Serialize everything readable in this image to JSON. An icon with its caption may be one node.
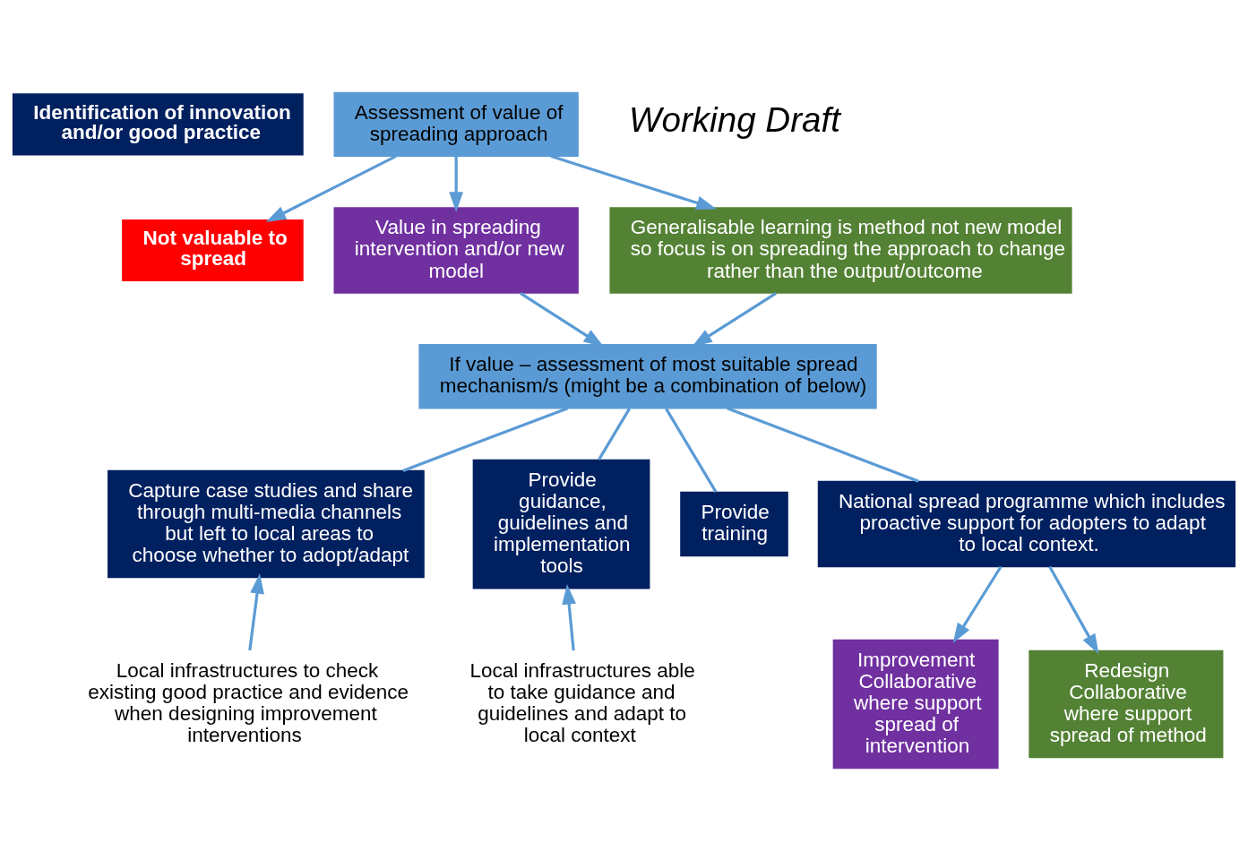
{
  "diagram": {
    "nodes": [
      {
        "text": [
          "Identification of innovation and/or good practice"
        ]
      },
      {
        "text": [
          "Assessment of value of spreading approach"
        ]
      },
      {
        "text": [
          "Not valuable to spread"
        ]
      },
      {
        "text": [
          "Value in spreading intervention and/or new model"
        ]
      },
      {
        "text": [
          "Generalisable learning is method not new model so focus is on spreading the approach to change rather than the output/outcome"
        ]
      },
      {
        "text": [
          "If value – assessment of most suitable spread mechanism/s (might be a combination of below)"
        ]
      },
      {
        "text": [
          "Capture case studies and share through multi-media channels but left to local areas to choose whether to adopt/adapt"
        ]
      },
      {
        "text": [
          "Provide guidance, guidelines and implementation tools"
        ]
      },
      {
        "text": [
          "Provide training"
        ]
      },
      {
        "text": [
          "National spread programme which includes proactive support for adopters to adapt to local context."
        ]
      },
      {
        "text": [
          "Improvement Collaborative where support spread of intervention"
        ]
      },
      {
        "text": [
          "Redesign Collaborative where support spread of method"
        ]
      },
      {
        "text": [
          "Local infrastructures to check existing good practice and evidence when designing improvement interventions"
        ]
      },
      {
        "text": [
          "Local infrastructures able to take guidance and guidelines and adapt to local context"
        ]
      }
    ],
    "edges": [
      {
        "from": 1,
        "to": 2,
        "arrow": "to"
      },
      {
        "from": 1,
        "to": 3,
        "arrow": "to"
      },
      {
        "from": 1,
        "to": 4,
        "arrow": "to"
      },
      {
        "from": 3,
        "to": 5,
        "arrow": "to"
      },
      {
        "from": 4,
        "to": 5,
        "arrow": "to"
      },
      {
        "from": 5,
        "to": 6,
        "arrow": "none"
      },
      {
        "from": 5,
        "to": 7,
        "arrow": "none"
      },
      {
        "from": 5,
        "to": 8,
        "arrow": "none"
      },
      {
        "from": 5,
        "to": 9,
        "arrow": "none"
      },
      {
        "from": 9,
        "to": 10,
        "arrow": "to"
      },
      {
        "from": 9,
        "to": 11,
        "arrow": "to"
      },
      {
        "from": 12,
        "to": 6,
        "arrow": "to"
      },
      {
        "from": 13,
        "to": 7,
        "arrow": "to"
      }
    ],
    "labels": [
      "Working Draft"
    ]
  }
}
